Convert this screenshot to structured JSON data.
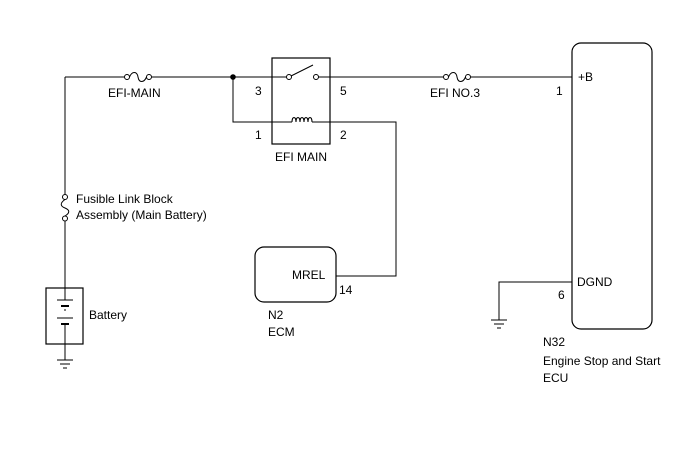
{
  "fuses": {
    "efi_main": "EFI-MAIN",
    "efi_no3": "EFI NO.3"
  },
  "fusible_link": {
    "line1": "Fusible Link Block",
    "line2": "Assembly (Main Battery)"
  },
  "battery": {
    "label": "Battery"
  },
  "relay": {
    "name": "EFI MAIN",
    "pin3": "3",
    "pin5": "5",
    "pin1": "1",
    "pin2": "2"
  },
  "ecm": {
    "terminal": "MREL",
    "pin": "14",
    "connector": "N2",
    "name": "ECM"
  },
  "ecu": {
    "terminal_b": "+B",
    "pin_b": "1",
    "terminal_gnd": "DGND",
    "pin_gnd": "6",
    "connector": "N32",
    "name_line1": "Engine Stop and Start",
    "name_line2": "ECU"
  }
}
